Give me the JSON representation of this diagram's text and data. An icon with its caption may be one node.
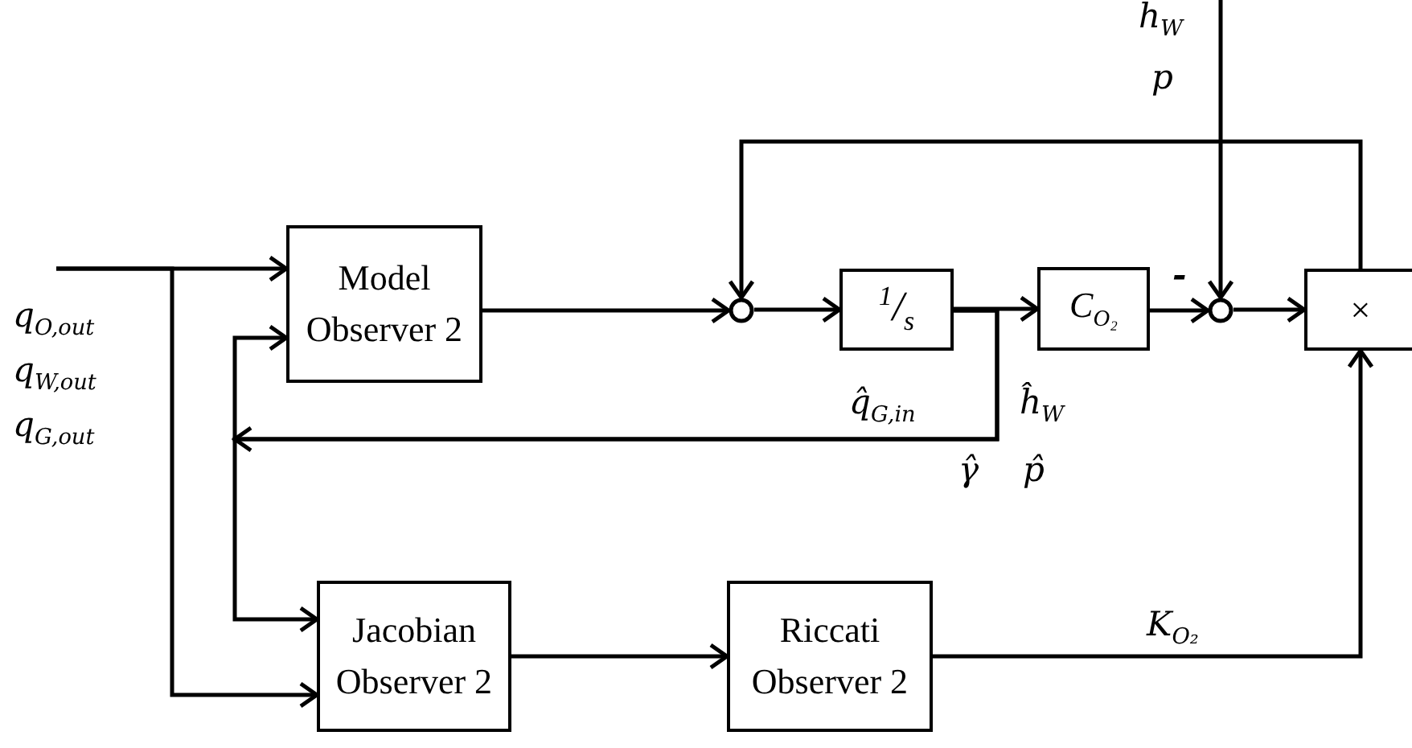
{
  "diagram": {
    "nodes": [
      {
        "text": [
          "Model Observer 2"
        ]
      },
      {
        "text": [],
        "shape": "circle"
      },
      {
        "text": [
          "$^{1}$/$_{s}$"
        ]
      },
      {
        "text": [
          "C$_{O₂}$"
        ]
      },
      {
        "text": [],
        "shape": "circle"
      },
      {
        "text": [
          "×"
        ]
      },
      {
        "text": [
          "Jacobian Observer 2"
        ]
      },
      {
        "text": [
          "Riccati Observer 2"
        ]
      }
    ],
    "edges": [
      {
        "from": null,
        "to": 0,
        "arrow": "to"
      },
      {
        "from": null,
        "to": 6,
        "arrow": "to"
      },
      {
        "from": 0,
        "to": 1,
        "arrow": "to"
      },
      {
        "from": 1,
        "to": 2,
        "arrow": "to"
      },
      {
        "from": 2,
        "to": 3,
        "arrow": "to"
      },
      {
        "from": 3,
        "to": 4,
        "arrow": "to"
      },
      {
        "from": 4,
        "to": 5,
        "arrow": "to"
      },
      {
        "from": 5,
        "to": 1,
        "arrow": "to"
      },
      {
        "from": null,
        "to": 4,
        "arrow": "to"
      },
      {
        "from": 2,
        "to": 0,
        "arrow": "to"
      },
      {
        "from": 2,
        "to": 6,
        "arrow": "to"
      },
      {
        "from": 6,
        "to": 7,
        "arrow": "to"
      },
      {
        "from": 7,
        "to": 5,
        "arrow": "to",
        "label": "K$_{O₂}$"
      }
    ],
    "labels": [
      "h$_{W}$",
      "p",
      "q$_{O,out}$",
      "q$_{W,out}$",
      "q$_{G,out}$",
      "-",
      "q̂$_{G,in}$",
      "ĥ$_{W}$",
      "γ̂",
      "p̂"
    ]
  }
}
